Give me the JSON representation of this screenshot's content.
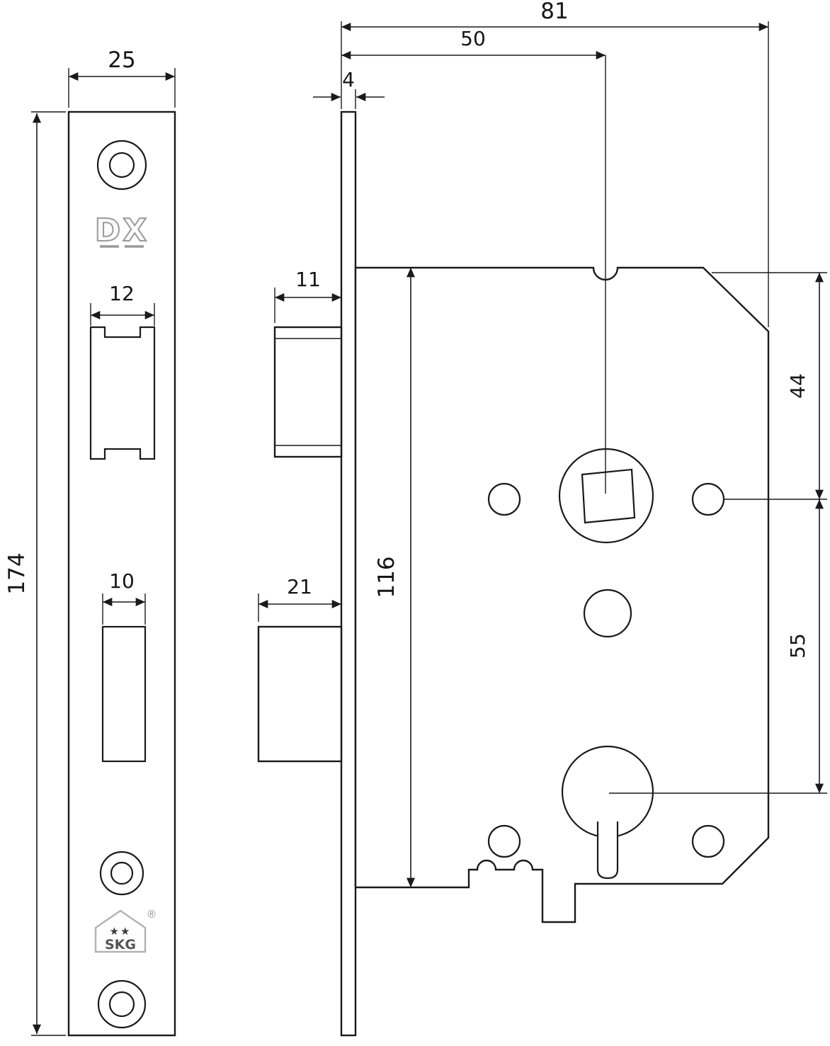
{
  "drawing": {
    "background": "#ffffff",
    "line_color": "#1a1a1a",
    "brand": {
      "logo": "DX",
      "cert": "SKG",
      "stars": "★★",
      "registered": "®"
    },
    "dimensions": {
      "overall_depth": "81",
      "backset": "50",
      "faceplate_thickness": "4",
      "faceplate_width": "25",
      "latch_depth": "11",
      "latch_cutout_width": "12",
      "faceplate_height": "174",
      "deadbolt_cutout_width": "10",
      "deadbolt_depth": "21",
      "case_height": "116",
      "top_to_follower": "44",
      "follower_to_cylinder": "55"
    }
  }
}
